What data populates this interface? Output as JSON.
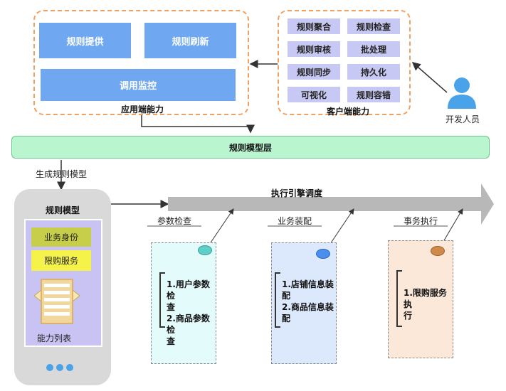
{
  "app_side": {
    "title": "应用端能力",
    "boxes": [
      "规则提供",
      "规则刷新",
      "调用监控"
    ]
  },
  "client_side": {
    "title": "客户端能力",
    "boxes": [
      "规则聚合",
      "规则检查",
      "规则审核",
      "批处理",
      "规则同步",
      "持久化",
      "可视化",
      "规则容错"
    ]
  },
  "developer": {
    "label": "开发人员",
    "icon": "person-icon"
  },
  "model_layer": {
    "label": "规则模型层"
  },
  "generate_label": "生成规则模型",
  "phone": {
    "title": "规则模型",
    "btn1": "业务身份",
    "btn2": "限购服务",
    "list_label": "能力列表",
    "icon": "list-icon"
  },
  "engine": {
    "label": "执行引擎调度"
  },
  "stages": [
    {
      "label": "参数检查",
      "items": [
        "1.用户参数检",
        "查",
        "2.商品参数检",
        "查"
      ],
      "color": "#5ccfc6"
    },
    {
      "label": "业务装配",
      "items": [
        "1.店铺信息装",
        "配",
        "2.商品信息装",
        "配"
      ],
      "color": "#4a8ff0"
    },
    {
      "label": "事务执行",
      "items": [
        "1.限购服务执",
        "行"
      ],
      "color": "#d08a48"
    }
  ],
  "colors": {
    "orange_dash": "#f0a060",
    "blue_box": "#6fa8f0",
    "purple_box": "#c8c8f4",
    "green_layer": "#b9f5cf",
    "card1_bg": "#e3fbfb",
    "card2_bg": "#dce8fb",
    "card3_bg": "#fbe8d9"
  }
}
